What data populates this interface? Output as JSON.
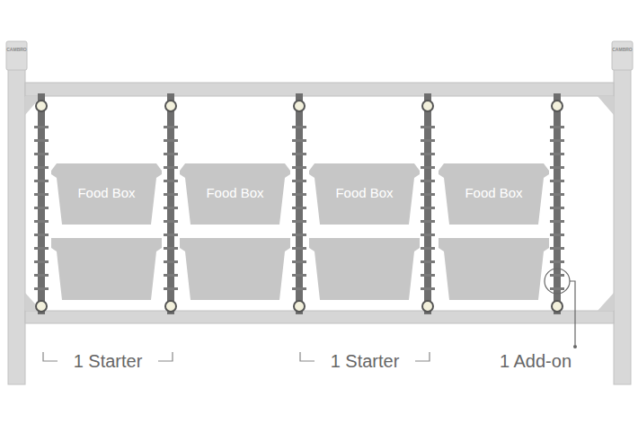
{
  "diagram": {
    "nodes": [
      {
        "text": [
          "Food Box"
        ]
      },
      {
        "text": [
          "Food Box"
        ]
      },
      {
        "text": [
          "Food Box"
        ]
      },
      {
        "text": [
          "Food Box"
        ]
      }
    ],
    "labels": [
      "CAMBRO",
      "CAMBRO",
      "1 Starter",
      "1 Starter",
      "1 Add-on"
    ]
  }
}
